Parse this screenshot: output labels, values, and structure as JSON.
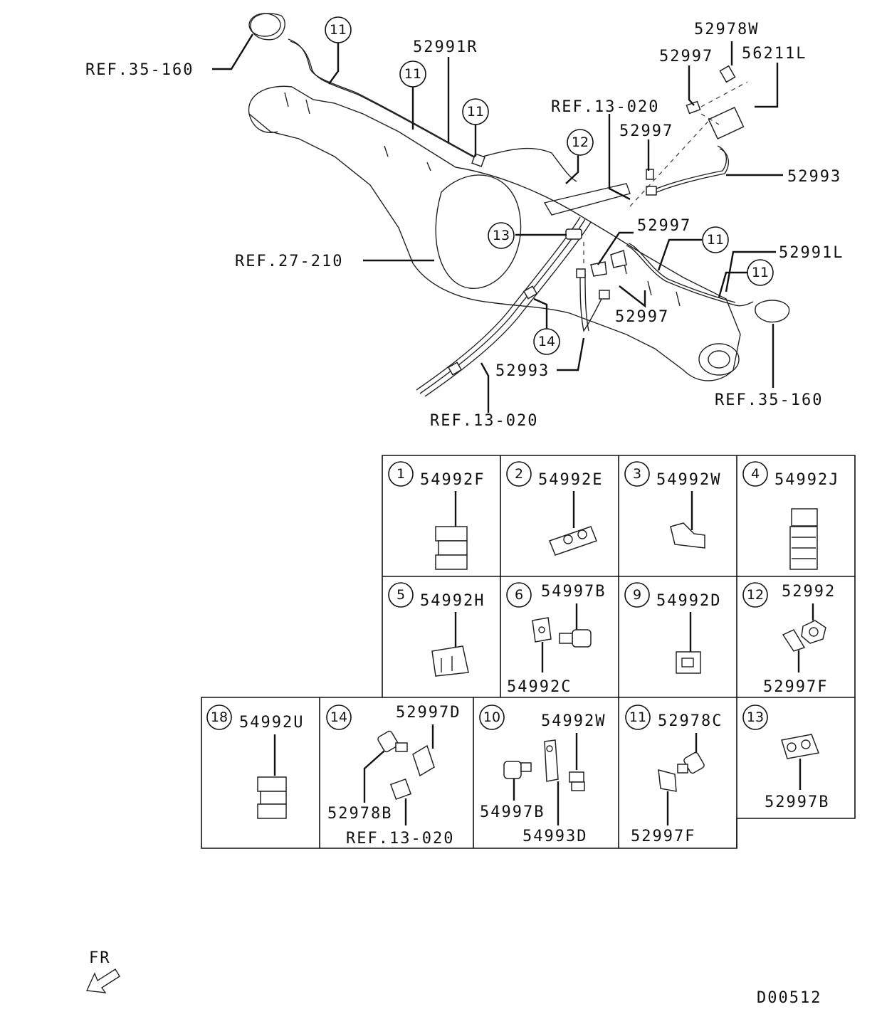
{
  "main": {
    "labels": [
      "REF.35-160",
      "52991R",
      "52978W",
      "56211L",
      "52997",
      "REF.13-020",
      "52997",
      "52993",
      "REF.27-210",
      "52997",
      "52991L",
      "52997",
      "52993",
      "REF.13-020",
      "REF.35-160"
    ],
    "callouts": [
      "11",
      "11",
      "11",
      "12",
      "13",
      "11",
      "11",
      "14"
    ]
  },
  "table": {
    "cells": [
      {
        "num": "1",
        "parts": [
          "54992F"
        ]
      },
      {
        "num": "2",
        "parts": [
          "54992E"
        ]
      },
      {
        "num": "3",
        "parts": [
          "54992W"
        ]
      },
      {
        "num": "4",
        "parts": [
          "54992J"
        ]
      },
      {
        "num": "5",
        "parts": [
          "54992H"
        ]
      },
      {
        "num": "6",
        "parts": [
          "54997B",
          "54992C"
        ]
      },
      {
        "num": "9",
        "parts": [
          "54992D"
        ]
      },
      {
        "num": "12",
        "parts": [
          "52992",
          "52997F"
        ]
      },
      {
        "num": "18",
        "parts": [
          "54992U"
        ]
      },
      {
        "num": "14",
        "parts": [
          "52997D",
          "52978B",
          "REF.13-020"
        ]
      },
      {
        "num": "10",
        "parts": [
          "54992W",
          "54997B",
          "54993D"
        ]
      },
      {
        "num": "11",
        "parts": [
          "52978C",
          "52997F"
        ]
      },
      {
        "num": "13",
        "parts": [
          "52997B"
        ]
      }
    ]
  },
  "footer": {
    "direction": "FR",
    "code": "D00512"
  }
}
